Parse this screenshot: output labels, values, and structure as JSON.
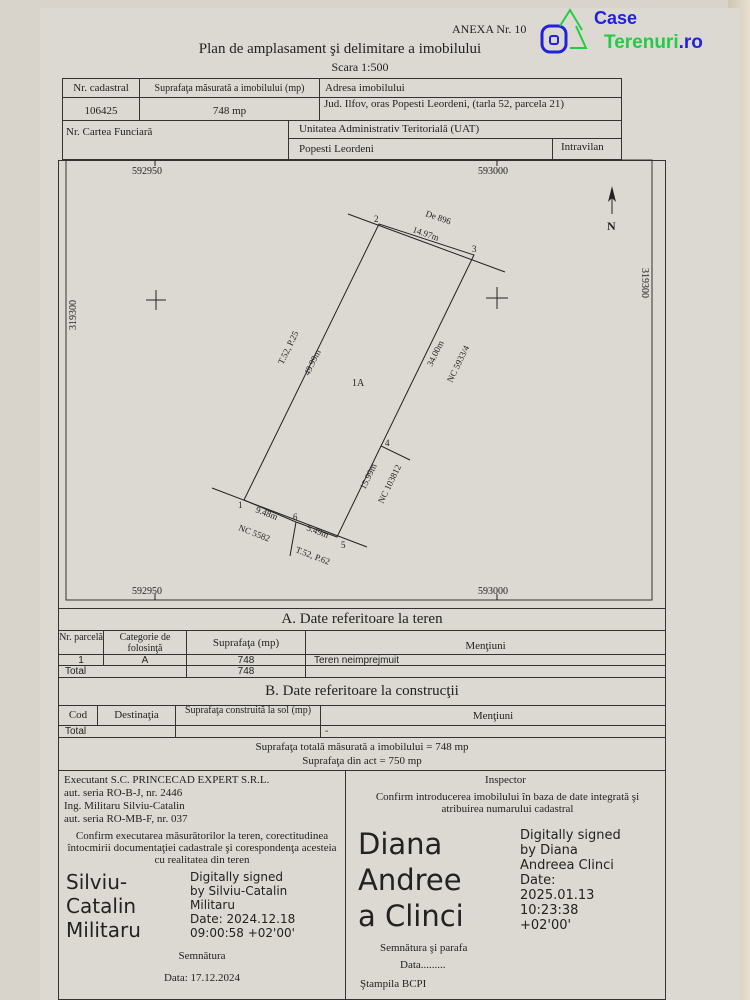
{
  "watermark": {
    "brand_part1": "Case",
    "brand_part2": "Terenuri",
    "brand_part3": ".ro",
    "green": "#22cc44",
    "blue": "#2222dd"
  },
  "annex": "ANEXA Nr. 10",
  "title": "Plan de amplasament şi delimitare a imobilului",
  "scale": "Scara 1:500",
  "header_table": {
    "cadastral_label": "Nr. cadastral",
    "cadastral_value": "106425",
    "area_label": "Suprafaţa măsurată a imobilului (mp)",
    "area_value": "748 mp",
    "address_label": "Adresa imobilului",
    "address_value": "Jud. Ilfov, oras Popesti Leordeni, (tarla 52, parcela 21)",
    "cf_label": "Nr. Cartea Funciară",
    "uat_label": "Unitatea Administrativ Teritorială (UAT)",
    "uat_value": "Popesti Leordeni",
    "zone": "Intravilan"
  },
  "plan": {
    "x_left": "592950",
    "x_right": "593000",
    "y_coord": "319300",
    "north": "N",
    "points": [
      "1",
      "2",
      "3",
      "4",
      "5",
      "6"
    ],
    "parcel": "1A",
    "labels": {
      "top_road": "De 896",
      "top_len": "14.97m",
      "left_len": "49.99m",
      "left_neighbor": "T.52, P.25",
      "right_len": "34.00m",
      "right_neighbor": "NC 5933/4",
      "right_low_len": "15.99m",
      "right_low_neighbor": "NC 103812",
      "bottom_len1": "9.48m",
      "bottom_len2": "5.49m",
      "bottom_neighbor1": "NC 5582",
      "bottom_neighbor2": "T.52, P.62"
    }
  },
  "section_a": {
    "title": "A. Date referitoare la teren",
    "headers": [
      "Nr. parcelă",
      "Categorie de folosinţă",
      "Suprafaţa (mp)",
      "Menţiuni"
    ],
    "rows": [
      {
        "nr": "1",
        "cat": "A",
        "area": "748",
        "note": "Teren neimprejmuit"
      }
    ],
    "total_label": "Total",
    "total_area": "748"
  },
  "section_b": {
    "title": "B. Date referitoare la construcţii",
    "headers": [
      "Cod",
      "Destinaţia",
      "Suprafaţa construită la sol (mp)",
      "Menţiuni"
    ],
    "total_label": "Total",
    "dash": "-"
  },
  "totals": {
    "measured": "Suprafaţa totală măsurată a imobilului = 748 mp",
    "act": "Suprafaţa din act = 750 mp"
  },
  "executant": {
    "line1": "Executant S.C. PRINCECAD EXPERT S.R.L.",
    "line2": "aut. seria RO-B-J, nr. 2446",
    "line3": "Ing. Militaru Silviu-Catalin",
    "line4": "aut. seria RO-MB-F, nr. 037",
    "confirm": "Confirm executarea măsurătorilor la teren, corectitudinea întocmirii documentaţiei cadastrale şi corespondenţa acesteia cu realitatea din teren",
    "sign_label": "Semnătura",
    "date": "Data: 17.12.2024",
    "sig_name": [
      "Silviu-",
      "Catalin",
      "Militaru"
    ],
    "sig_text": [
      "Digitally signed",
      "by Silviu-Catalin",
      "Militaru",
      "Date: 2024.12.18",
      "09:00:58 +02'00'"
    ]
  },
  "inspector": {
    "title": "Inspector",
    "confirm": "Confirm introducerea imobilului în baza de date integrată şi atribuirea numarului cadastral",
    "sign_label": "Semnătura şi parafa",
    "date_label": "Data.........",
    "stamp": "Ştampila BCPI",
    "sig_name": [
      "Diana",
      "Andree",
      "a Clinci"
    ],
    "sig_text": [
      "Digitally signed",
      "by Diana",
      "Andreea Clinci",
      "Date:",
      "2025.01.13",
      "10:23:38",
      "+02'00'"
    ]
  }
}
